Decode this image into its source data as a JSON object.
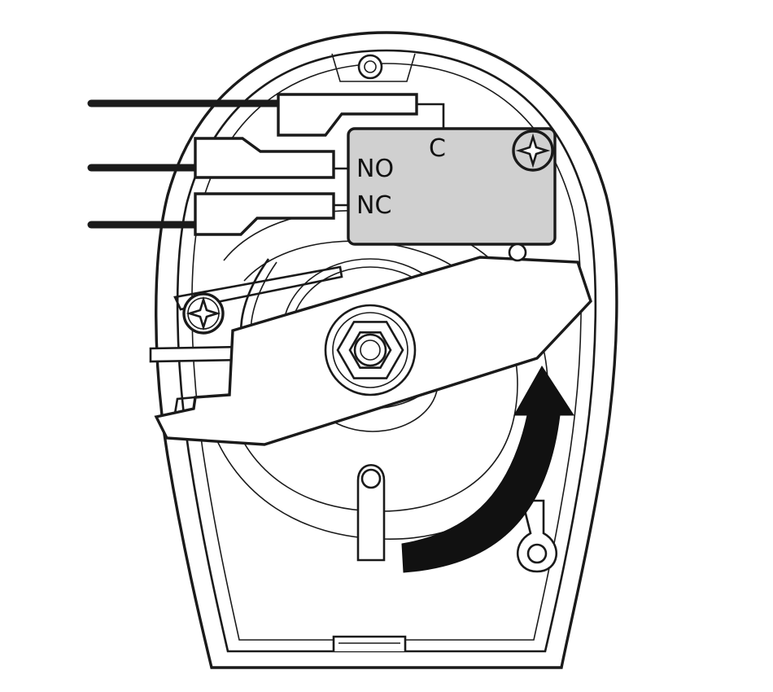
{
  "terminals": {
    "common": "C",
    "normally_open": "NO",
    "normally_closed": "NC"
  },
  "colors": {
    "switch_body": "#d0d0d0",
    "line": "#1a1a1a",
    "arrow": "#111111",
    "background": "#ffffff"
  },
  "icons": {
    "screws": "phillips-screw-icon",
    "nut": "hex-nut-icon",
    "arrow": "rotation-arrow-icon"
  }
}
